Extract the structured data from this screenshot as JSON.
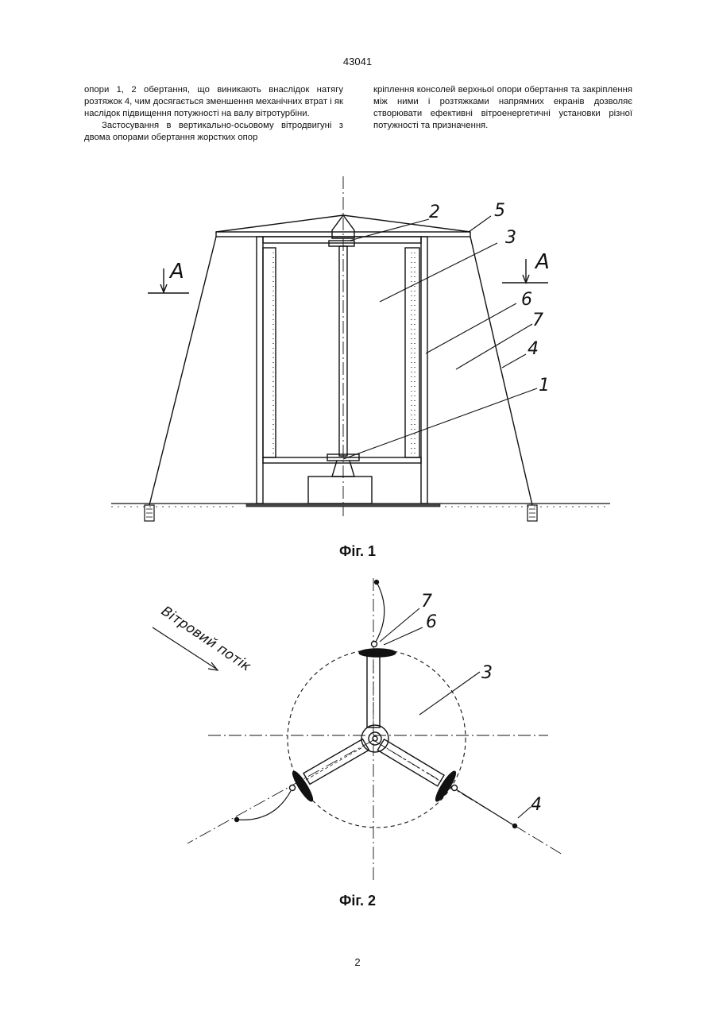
{
  "header": {
    "patent_number": "43041"
  },
  "text": {
    "col1_p1": "опори 1, 2 обертання, що виникають внаслідок натягу розтяжок 4, чим досягається зменшення механічних втрат і як наслідок підвищення потужності на валу вітротурбіни.",
    "col1_p2": "Застосування в вертикально-осьовому вітродвигуні з двома опорами обертання жорстких опор",
    "col2_p1": "кріплення консолей верхньої опори обертання та закріплення між ними і розтяжками напрямних екранів дозволяє створювати ефективні вітроенергетичні установки різної потужності та призначення."
  },
  "figure1": {
    "caption": "Фіг. 1",
    "section_label": "A",
    "labels": {
      "l1": "1",
      "l2": "2",
      "l3": "3",
      "l4": "4",
      "l5": "5",
      "l6": "6",
      "l7": "7"
    }
  },
  "figure2": {
    "caption": "Фіг. 2",
    "flow_label": "Вітровий потік",
    "labels": {
      "l3": "3",
      "l4": "4",
      "l6": "6",
      "l7": "7"
    }
  },
  "footer": {
    "page_number": "2"
  }
}
